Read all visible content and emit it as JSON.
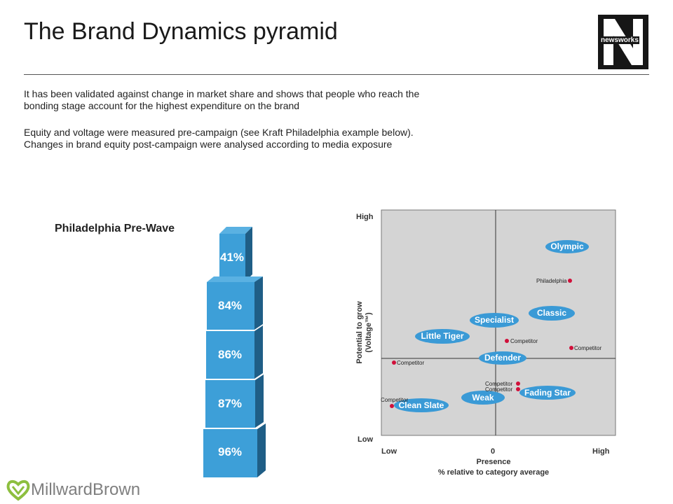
{
  "header": {
    "title": "The Brand Dynamics pyramid",
    "brand_logo_text": "newsworks"
  },
  "body": {
    "paragraph_1": "It has been validated against change in market share and shows that people who reach the bonding stage account for the highest expenditure on the brand",
    "paragraph_2": "Equity and voltage were measured pre-campaign (see Kraft Philadelphia example below). Changes in brand equity post-campaign were analysed according to media exposure"
  },
  "pyramid": {
    "title": "Philadelphia Pre-Wave",
    "levels": [
      "41%",
      "84%",
      "86%",
      "87%",
      "96%"
    ]
  },
  "quadrant": {
    "y_axis_label_1": "Potential to grow",
    "y_axis_label_2": "(Voltage™)",
    "y_high": "High",
    "y_low": "Low",
    "x_low": "Low",
    "x_zero": "0",
    "x_high": "High",
    "x_label_1": "Presence",
    "x_label_2": "% relative to category average",
    "segments": [
      "Olympic",
      "Classic",
      "Specialist",
      "Little Tiger",
      "Defender",
      "Fading Star",
      "Weak",
      "Clean Slate"
    ],
    "points": [
      "Philadelphia",
      "Competitor",
      "Competitor",
      "Competitor",
      "Competitor",
      "Competitor",
      "Competitor"
    ]
  },
  "footer": {
    "brand": "MillwardBrown"
  },
  "colors": {
    "pyramid_face": "#3d9fd8",
    "pyramid_side": "#1f5e86",
    "pill": "#3a9ad6",
    "dot": "#d0103a",
    "chart_bg": "#d4d4d4",
    "logo_green": "#8dbf3f"
  }
}
